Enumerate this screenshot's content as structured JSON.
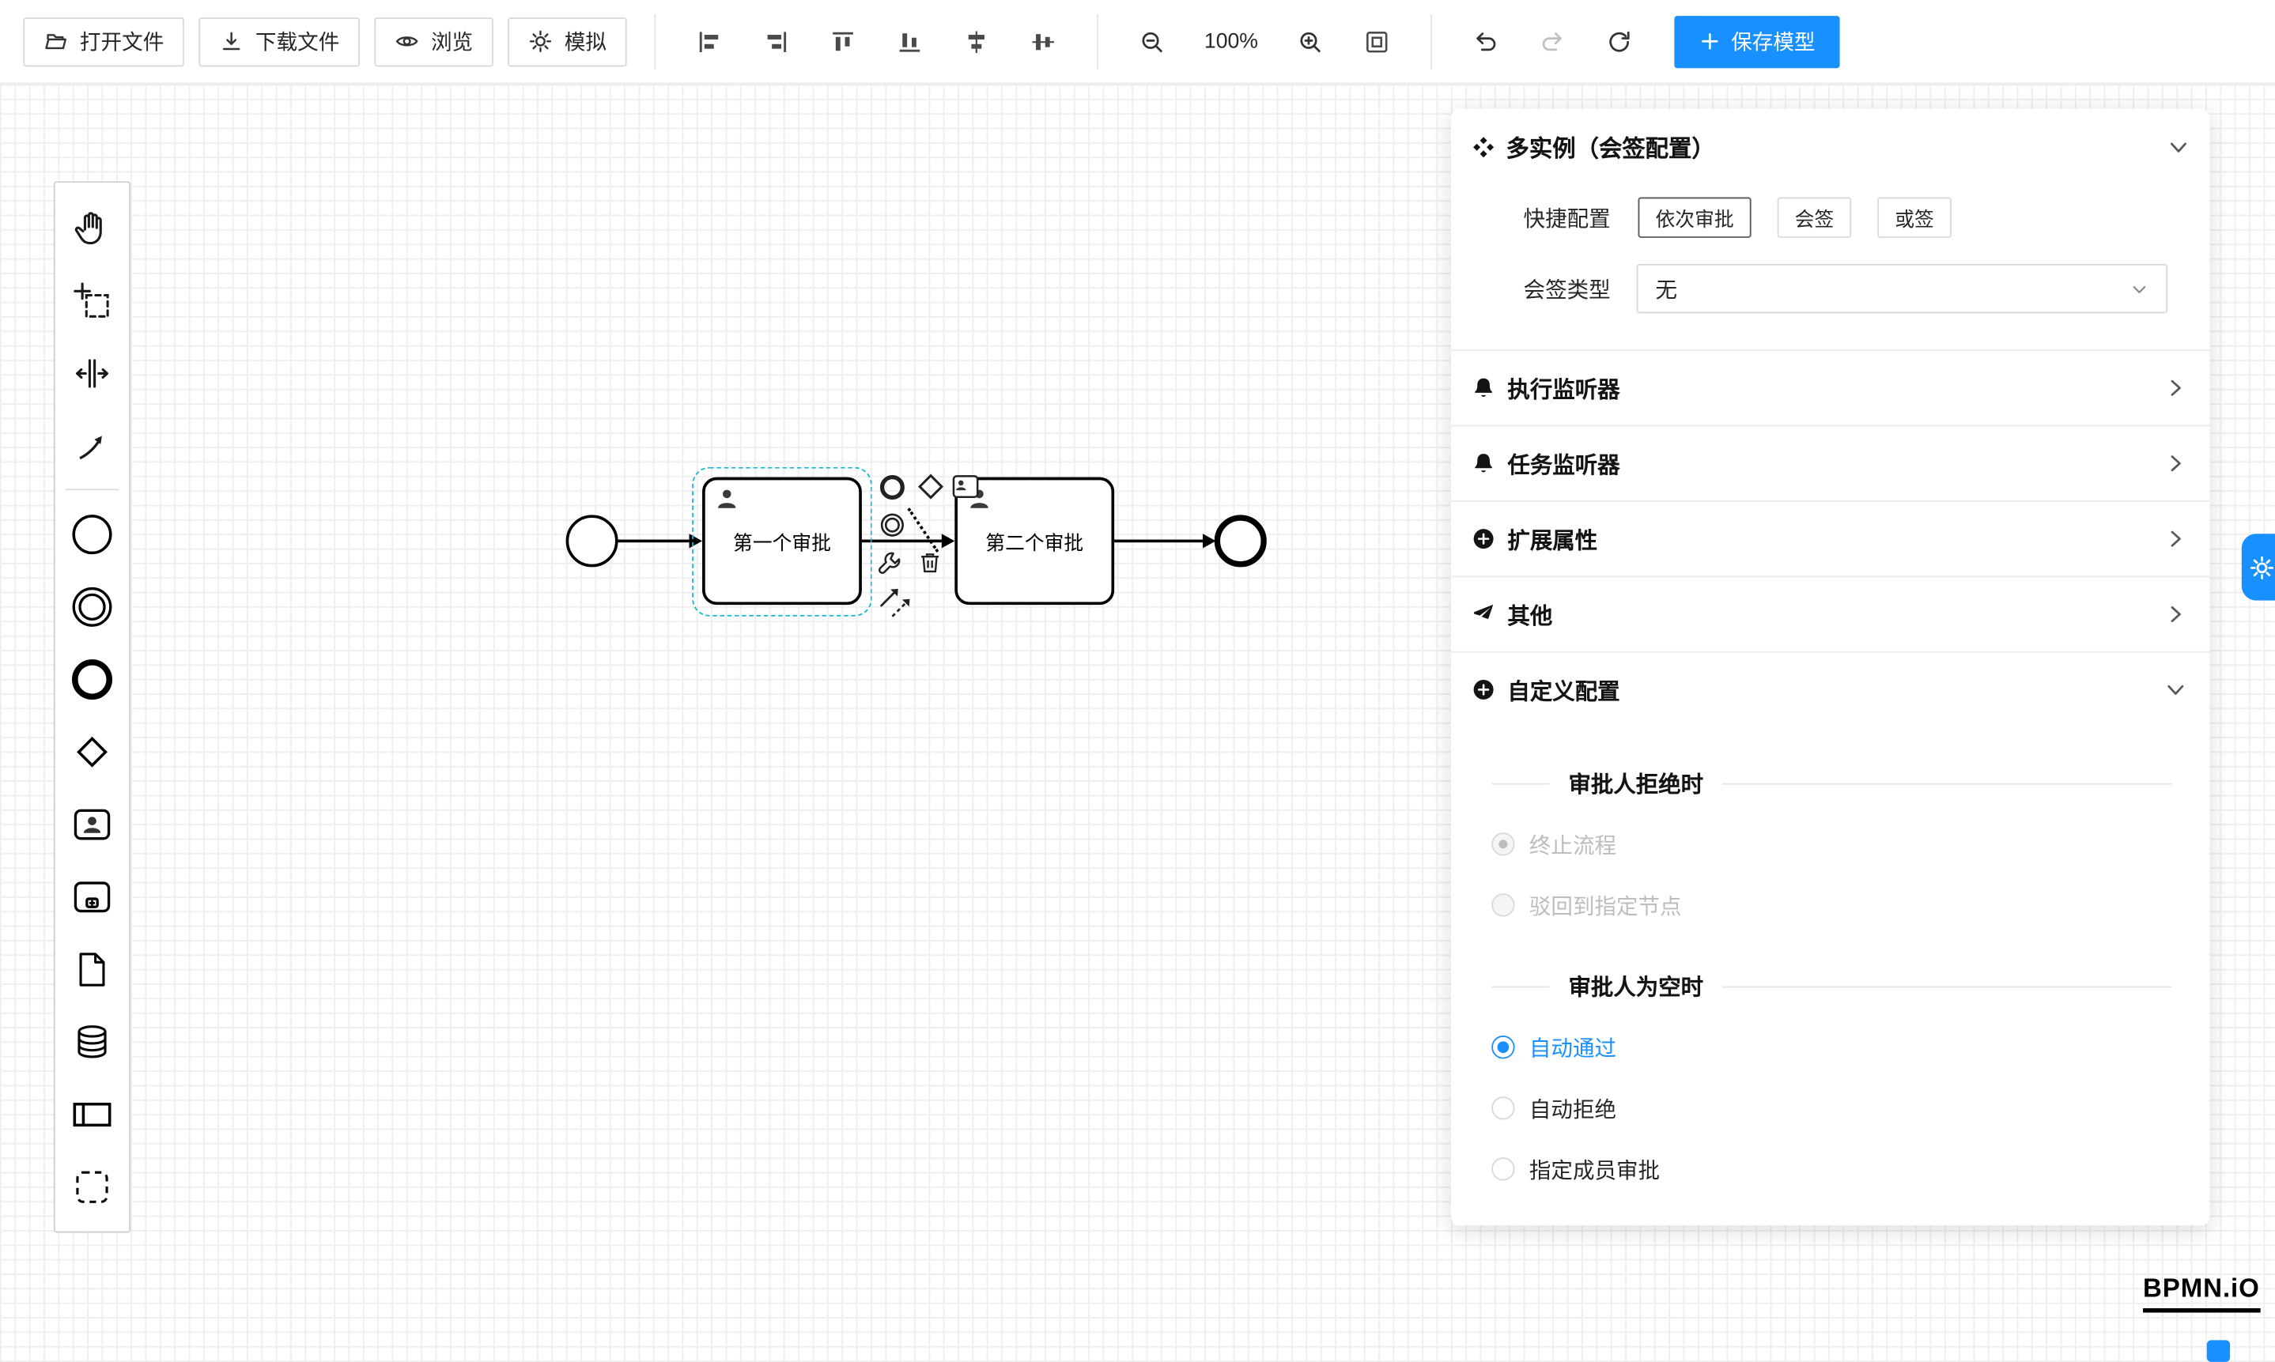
{
  "toolbar": {
    "buttons": {
      "open": "打开文件",
      "download": "下载文件",
      "preview": "浏览",
      "simulate": "模拟",
      "save": "保存模型"
    },
    "zoom_level": "100%",
    "icons": [
      "folder-open-icon",
      "download-icon",
      "eye-icon",
      "gear-burst-icon",
      "align-left-icon",
      "align-right-icon",
      "align-top-icon",
      "align-bottom-icon",
      "align-center-horizontal-icon",
      "align-middle-vertical-icon",
      "zoom-out-icon",
      "zoom-in-icon",
      "fit-viewport-icon",
      "undo-icon",
      "redo-icon",
      "refresh-icon",
      "plus-icon"
    ]
  },
  "palette": {
    "items": [
      "hand-tool",
      "lasso-tool",
      "space-tool",
      "global-connect-tool",
      "create-start-event",
      "create-intermediate-event",
      "create-end-event",
      "create-gateway",
      "create-user-task",
      "create-subprocess",
      "create-data-object",
      "create-data-store",
      "create-participant",
      "create-group"
    ]
  },
  "diagram": {
    "task1_label": "第一个审批",
    "task2_label": "第二个审批",
    "context_pad_icons": [
      "end-event-icon",
      "gateway-icon",
      "user-task-icon",
      "intermediate-event-icon",
      "wrench-icon",
      "trash-icon",
      "connect-arrow-icon",
      "dashed-arrow-icon"
    ]
  },
  "panel": {
    "title": "多实例（会签配置）",
    "quick_config": {
      "label": "快捷配置",
      "options": [
        "依次审批",
        "会签",
        "或签"
      ],
      "active_index": 0
    },
    "sign_type": {
      "label": "会签类型",
      "value": "无"
    },
    "sections": [
      {
        "label": "执行监听器",
        "icon": "bell-icon",
        "expanded": false
      },
      {
        "label": "任务监听器",
        "icon": "bell-icon",
        "expanded": false
      },
      {
        "label": "扩展属性",
        "icon": "plus-circle-icon",
        "expanded": false
      },
      {
        "label": "其他",
        "icon": "send-icon",
        "expanded": false
      },
      {
        "label": "自定义配置",
        "icon": "plus-circle-icon",
        "expanded": true
      }
    ],
    "reject_group": {
      "title": "审批人拒绝时",
      "options": [
        {
          "label": "终止流程",
          "checked": true,
          "disabled": true
        },
        {
          "label": "驳回到指定节点",
          "checked": false,
          "disabled": true
        }
      ]
    },
    "empty_group": {
      "title": "审批人为空时",
      "options": [
        {
          "label": "自动通过",
          "checked": true,
          "disabled": false
        },
        {
          "label": "自动拒绝",
          "checked": false,
          "disabled": false
        },
        {
          "label": "指定成员审批",
          "checked": false,
          "disabled": false
        }
      ]
    }
  },
  "logo": "BPMN.iO",
  "colors": {
    "primary": "#1890ff",
    "selection": "#18b7d4",
    "grid": "#efefef",
    "border": "#d9d9d9"
  }
}
